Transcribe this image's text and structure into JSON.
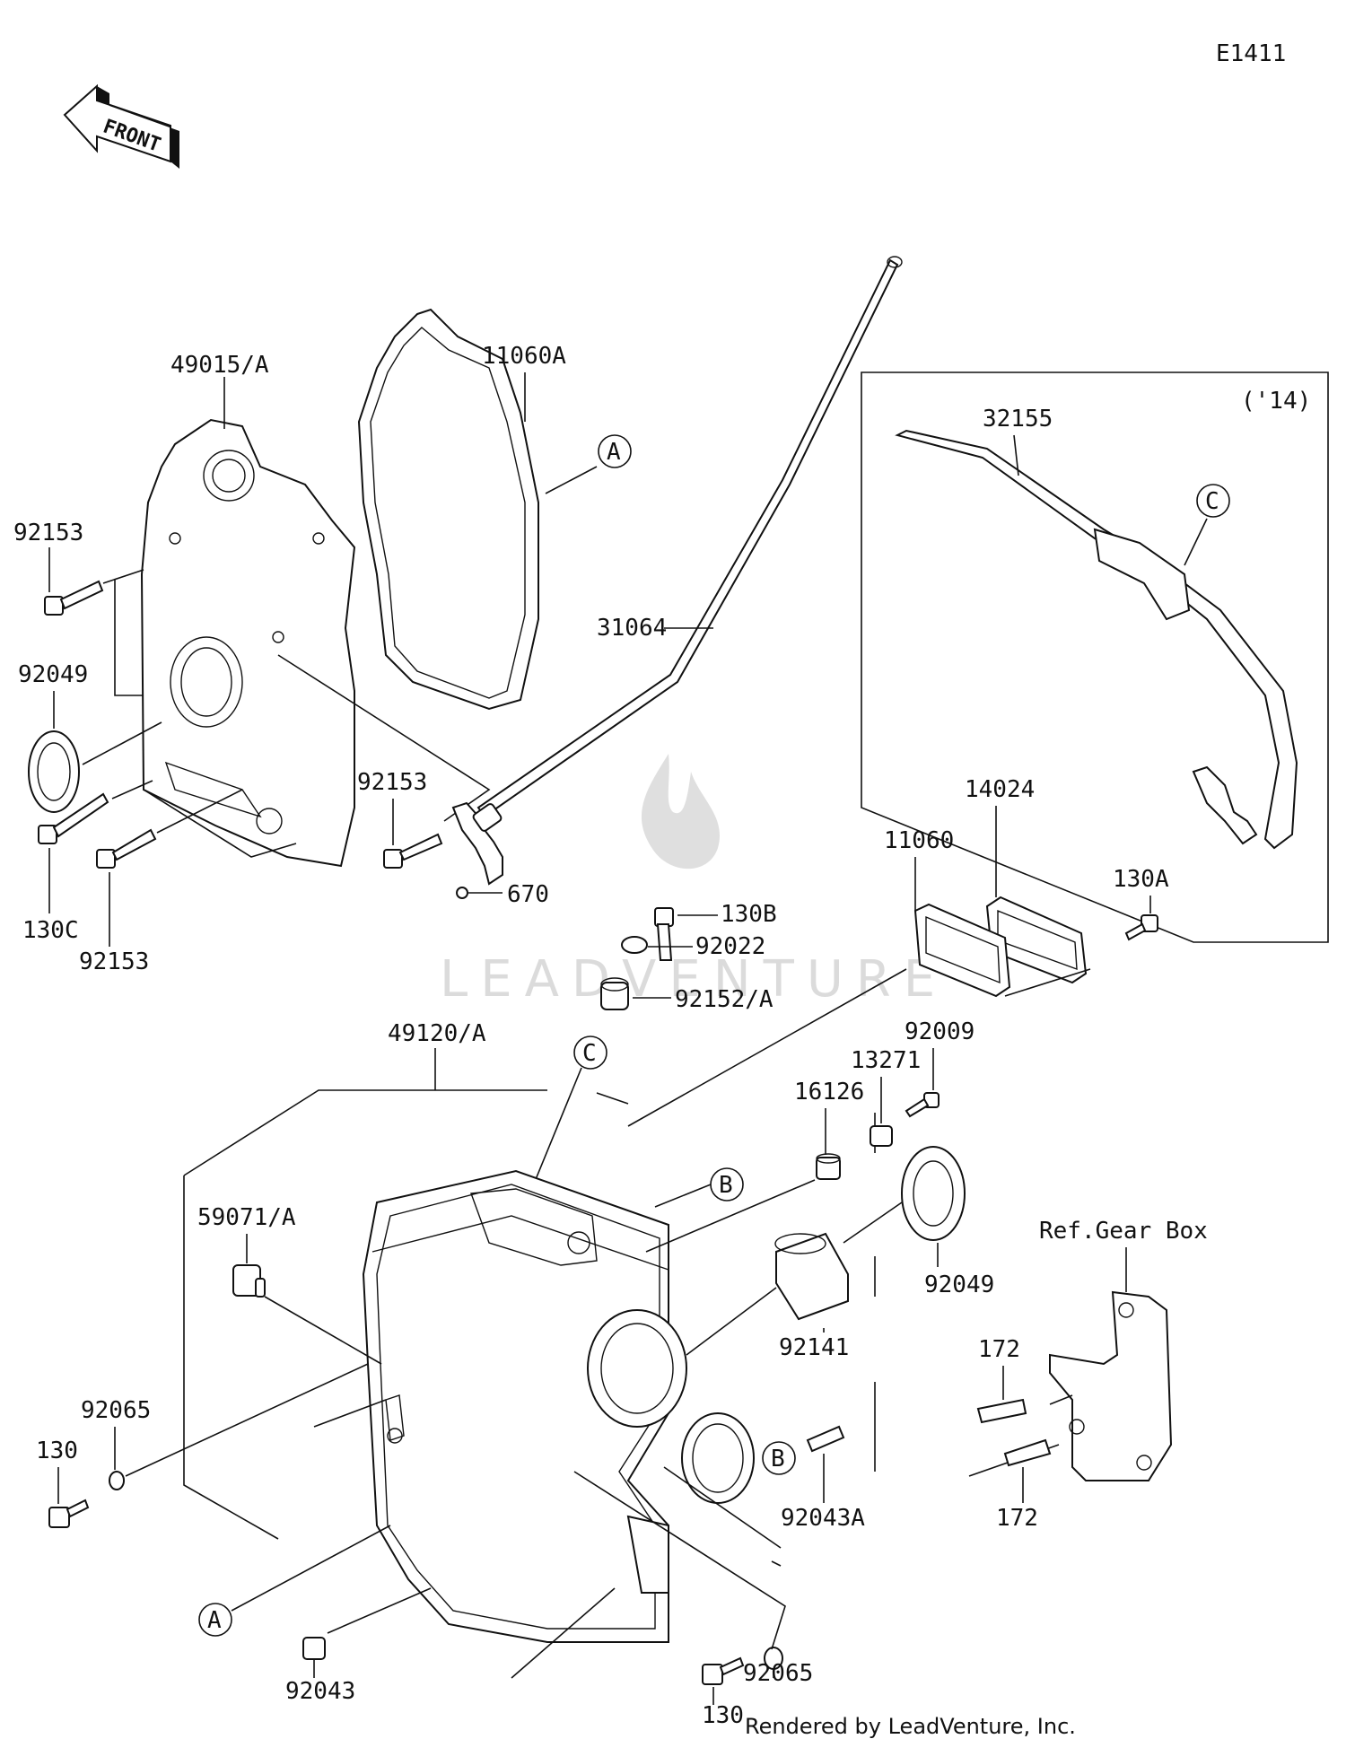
{
  "diagram": {
    "code": "E1411",
    "front_label": "FRONT",
    "box_note": "('14)",
    "ref_label": "Ref.Gear Box",
    "watermark": "LEADVENTURE",
    "footer": "Rendered by LeadVenture, Inc.",
    "callouts": [
      "A",
      "B",
      "C"
    ],
    "parts": [
      "49015/A",
      "11060A",
      "92153",
      "92049",
      "130C",
      "670",
      "31064",
      "32155",
      "14024",
      "11060",
      "130A",
      "130B",
      "92022",
      "92152/A",
      "49120/A",
      "92009",
      "13271",
      "16126",
      "59071/A",
      "92141",
      "Ref.Gear Box",
      "172",
      "130",
      "92065",
      "92043A",
      "92043"
    ]
  }
}
